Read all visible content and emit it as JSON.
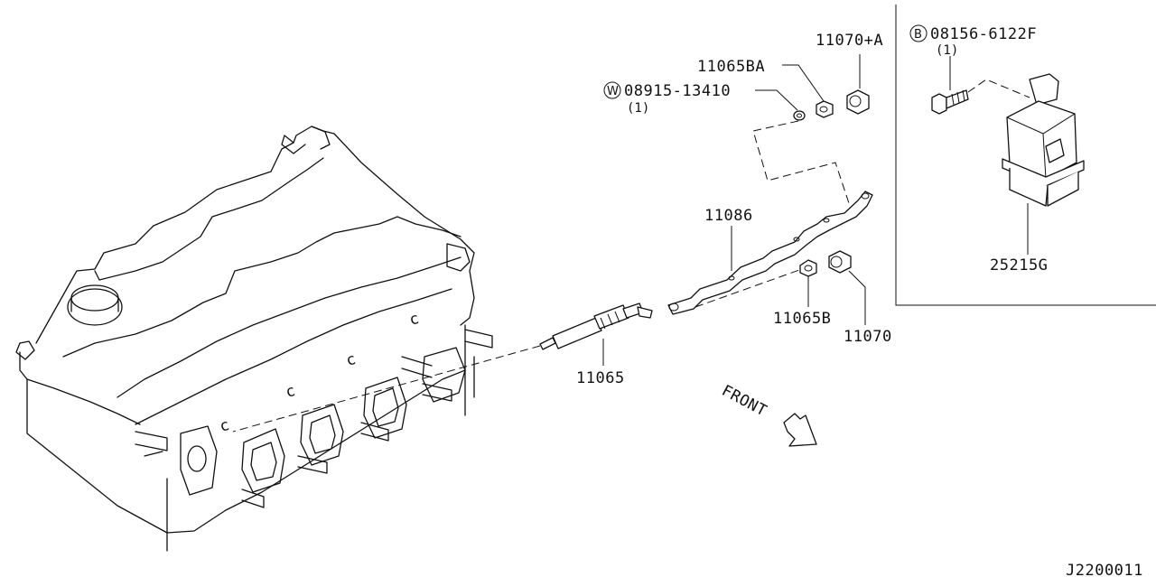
{
  "labels": {
    "bolt_b": "08156-6122F",
    "bolt_b_prefix": "B",
    "bolt_b_qty": "(1)",
    "washer_w": "08915-13410",
    "washer_w_prefix": "W",
    "washer_w_qty": "(1)",
    "nut_ba": "11065BA",
    "cap_a": "11070+A",
    "plate": "11086",
    "nut_b": "11065B",
    "cap": "11070",
    "glow_plug": "11065",
    "relay": "25215G",
    "front": "FRONT",
    "diagram_id": "J2200011"
  }
}
